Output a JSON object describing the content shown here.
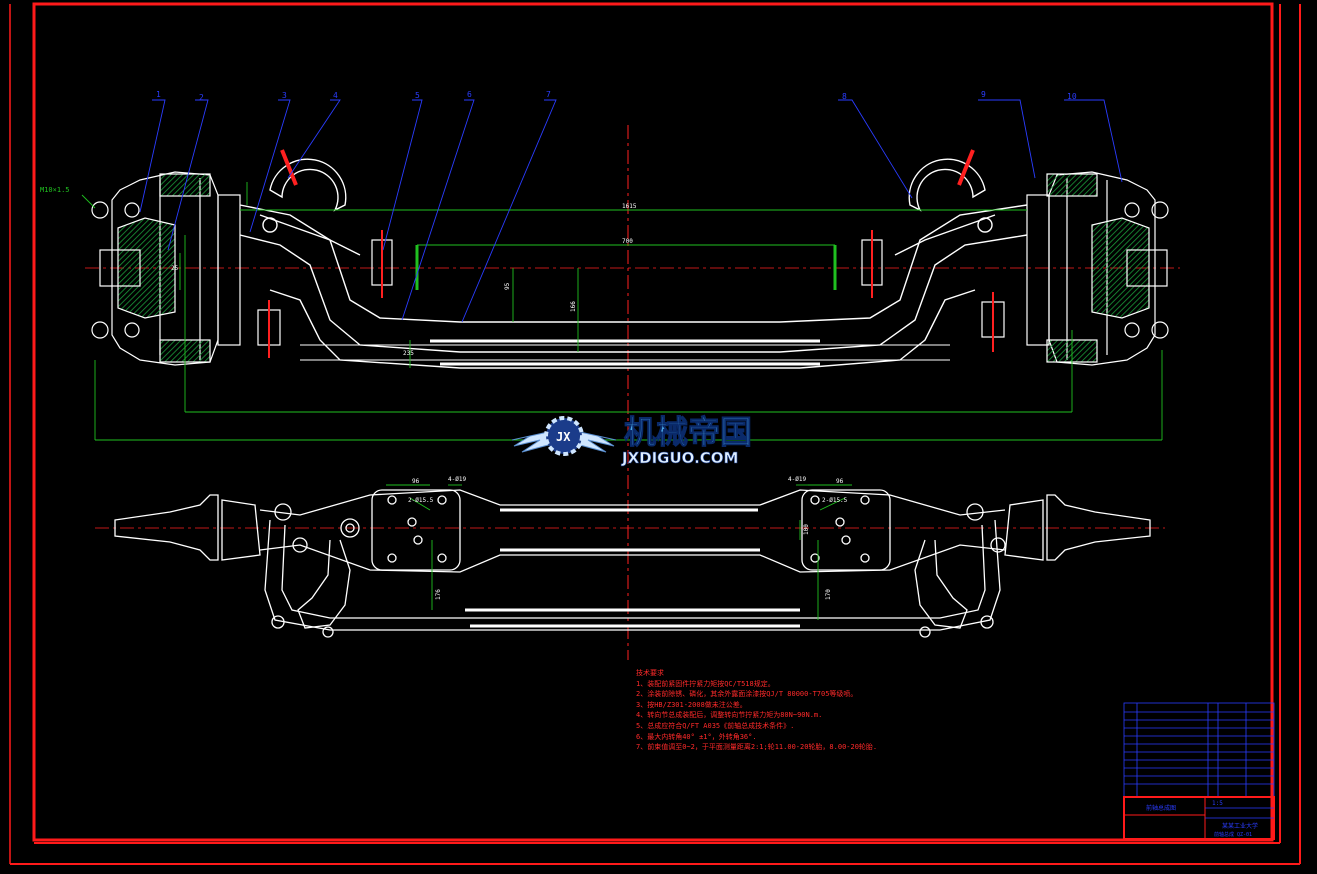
{
  "part_labels": [
    "1",
    "2",
    "3",
    "4",
    "5",
    "6",
    "7",
    "8",
    "9",
    "10"
  ],
  "dimensions": {
    "thread": "M10×1.5",
    "top_span": "1615",
    "inner_span": "700",
    "d_95a": "95",
    "d_166": "166",
    "d_25": "25",
    "d_235": "235",
    "bolt_spacing": "96",
    "hole_4": "4-Ø19",
    "hole_2": "2-Ø15.5",
    "d_176": "176",
    "d_170": "170",
    "d_100": "100"
  },
  "watermark": {
    "title": "机械帝国",
    "url": "JXDIGUO.COM"
  },
  "notes": {
    "heading": "技术要求",
    "lines": [
      "1、装配前紧固件拧紧力矩按QC/T518规定。",
      "2、涂装前除锈、磷化，其余外露面涂漆按QJ/T 80000-T705等级喷。",
      "3、按HB/Z301-2008做未注公差。",
      "4、转向节总成装配后，调整转向节拧紧力矩为80N~90N.m.",
      "5、总成应符合Q/FT A035《前轴总成技术条件》.",
      "6、最大内转角40° ±1°，外转角36°.",
      "7、前束值调至0~2，于平面测量距离2:1;轮11.00-20轮胎，8.00-20轮胎."
    ]
  },
  "title_block": {
    "assembly_name": "前轴总成图",
    "scale": "1:5",
    "school": "某某工业大学",
    "drawing_no": "前轴总成 QZ-01"
  },
  "colors": {
    "background": "#000000",
    "frame": "#ff1a1a",
    "geometry": "#ffffff",
    "leaders": "#2a3cff",
    "dims": "#20c020",
    "centerline": "#ff2020",
    "hatch": "#1a9a3a"
  }
}
